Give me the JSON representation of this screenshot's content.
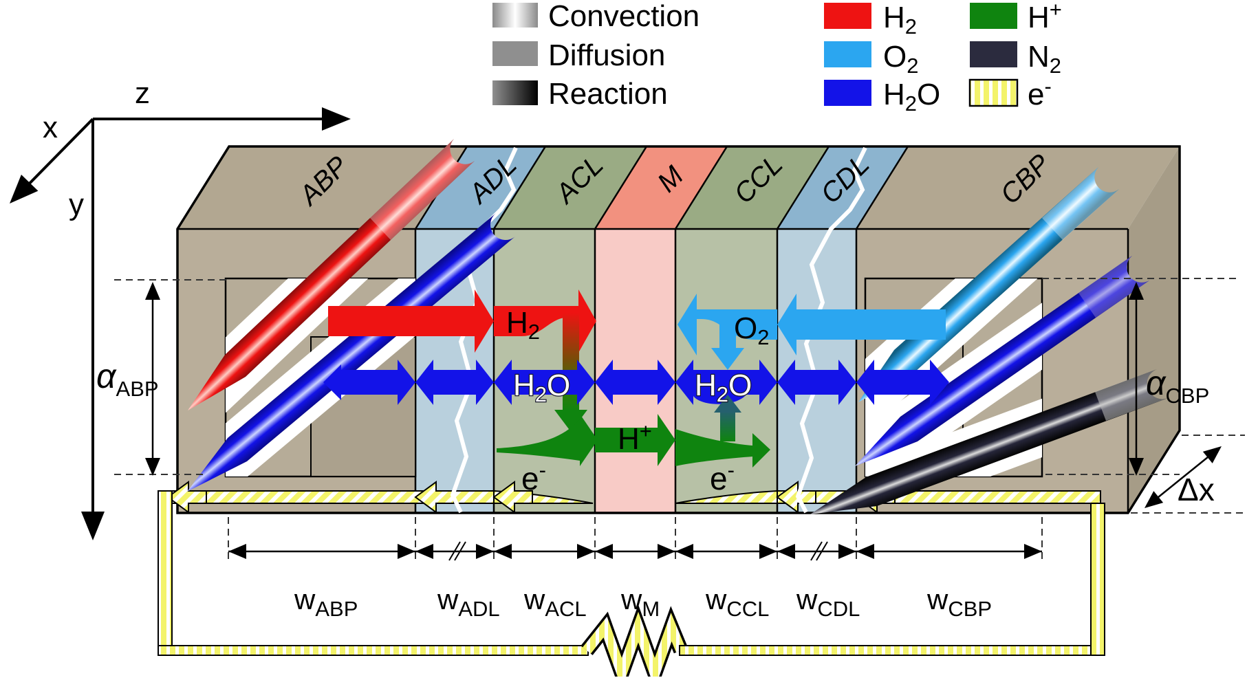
{
  "legend_transport": {
    "convection": "Convection",
    "diffusion": "Diffusion",
    "reaction": "Reaction"
  },
  "species": {
    "h2": {
      "a": "H",
      "b": "2"
    },
    "o2": {
      "a": "O",
      "b": "2"
    },
    "h2o": {
      "a": "H",
      "b": "2",
      "c": "O"
    },
    "hplus": {
      "a": "H",
      "b": "+"
    },
    "n2": {
      "a": "N",
      "b": "2"
    },
    "electron": {
      "a": "e",
      "b": "-"
    }
  },
  "axes": {
    "x": "x",
    "y": "y",
    "z": "z"
  },
  "layers": {
    "abp": "ABP",
    "adl": "ADL",
    "acl": "ACL",
    "m": "M",
    "ccl": "CCL",
    "cdl": "CDL",
    "cbp": "CBP"
  },
  "dimensions": {
    "w": "w",
    "alpha": "α",
    "dx": "Δx",
    "abp": "ABP",
    "adl": "ADL",
    "acl": "ACL",
    "m": "M",
    "ccl": "CCL",
    "cdl": "CDL",
    "cbp": "CBP"
  },
  "colors": {
    "h2": "#ee1312",
    "o2": "#2ba6f0",
    "h2o": "#1313e8",
    "hplus": "#0f840f",
    "n2": "#2b2b3e",
    "electron": "#f3f36a",
    "diffusion_gray": "#8f8f8f"
  }
}
